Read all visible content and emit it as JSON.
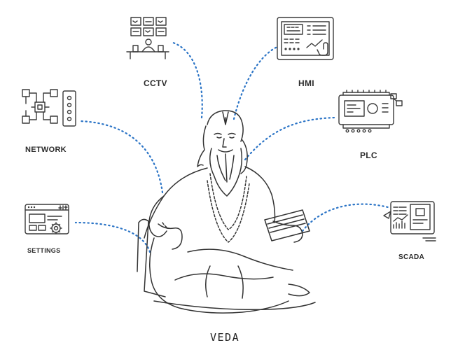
{
  "center": {
    "label": "VEDA"
  },
  "nodes": [
    {
      "id": "cctv",
      "label": "CCTV",
      "icon": "cctv-monitoring-icon"
    },
    {
      "id": "hmi",
      "label": "HMI",
      "icon": "hmi-touch-panel-icon"
    },
    {
      "id": "network",
      "label": "NETWORK",
      "icon": "network-topology-icon"
    },
    {
      "id": "plc",
      "label": "PLC",
      "icon": "plc-controller-icon"
    },
    {
      "id": "settings",
      "label": "SETTINGS",
      "icon": "settings-window-icon"
    },
    {
      "id": "scada",
      "label": "SCADA",
      "icon": "scada-dashboard-icon"
    }
  ],
  "colors": {
    "connector": "#2b74c6",
    "line_art": "#333333"
  }
}
